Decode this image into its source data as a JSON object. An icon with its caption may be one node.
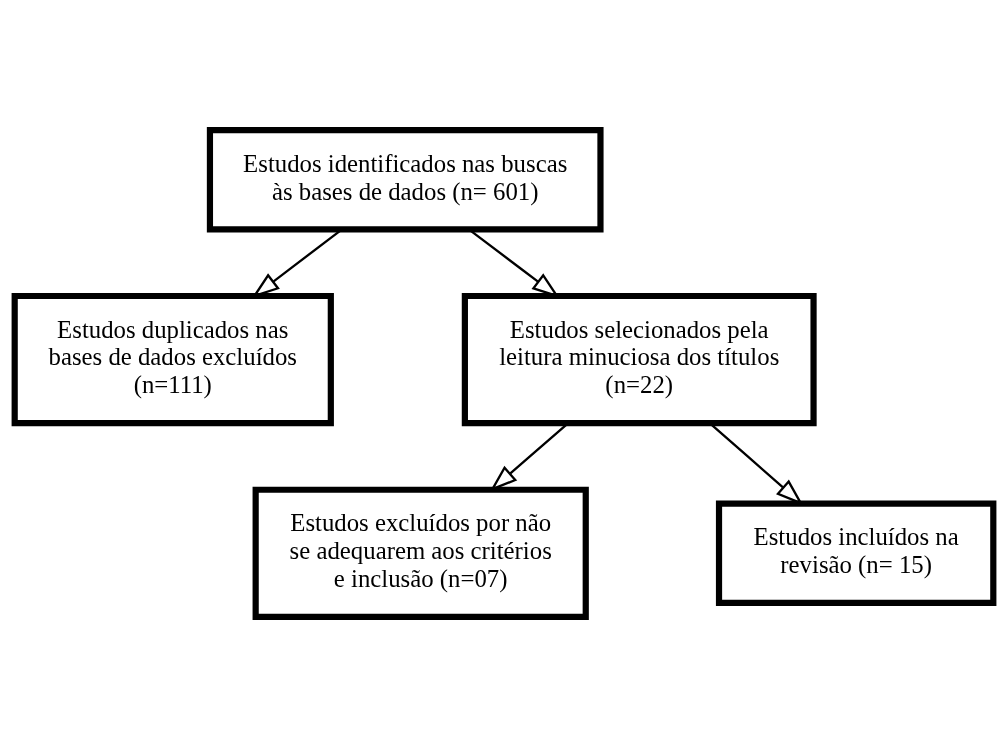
{
  "diagram": {
    "nodes": [
      {
        "text": [
          "Estudos identificados nas buscas às bases de dados (n= 601)"
        ]
      },
      {
        "text": [
          "Estudos duplicados nas bases de dados excluídos (n=111)"
        ]
      },
      {
        "text": [
          "Estudos selecionados pela leitura minuciosa dos títulos (n=22)"
        ]
      },
      {
        "text": [
          "Estudos excluídos por não se adequarem aos critérios e inclusão (n=07)"
        ]
      },
      {
        "text": [
          "Estudos incluídos na revisão (n= 15)"
        ]
      }
    ],
    "edges": [
      {
        "from": 0,
        "to": 2,
        "arrow": "to"
      },
      {
        "from": 0,
        "to": 1,
        "arrow": "to"
      },
      {
        "from": 2,
        "to": 4,
        "arrow": "to"
      },
      {
        "from": 2,
        "to": 3,
        "arrow": "to"
      }
    ]
  }
}
